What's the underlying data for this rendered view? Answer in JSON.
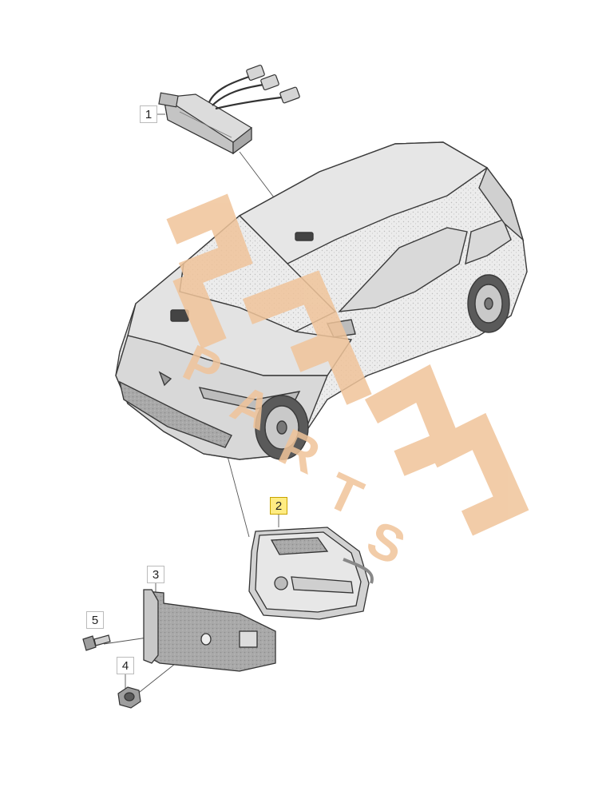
{
  "callouts": [
    {
      "label": "1",
      "highlighted": false
    },
    {
      "label": "2",
      "highlighted": true
    },
    {
      "label": "3",
      "highlighted": false
    },
    {
      "label": "4",
      "highlighted": false
    },
    {
      "label": "5",
      "highlighted": false
    }
  ],
  "watermark": {
    "logo_text": "EAC PARTS",
    "color": "#f0c49a"
  },
  "colors": {
    "line": "#333333",
    "part_fill": "#cfcfcf",
    "highlight": "#ffec82"
  }
}
